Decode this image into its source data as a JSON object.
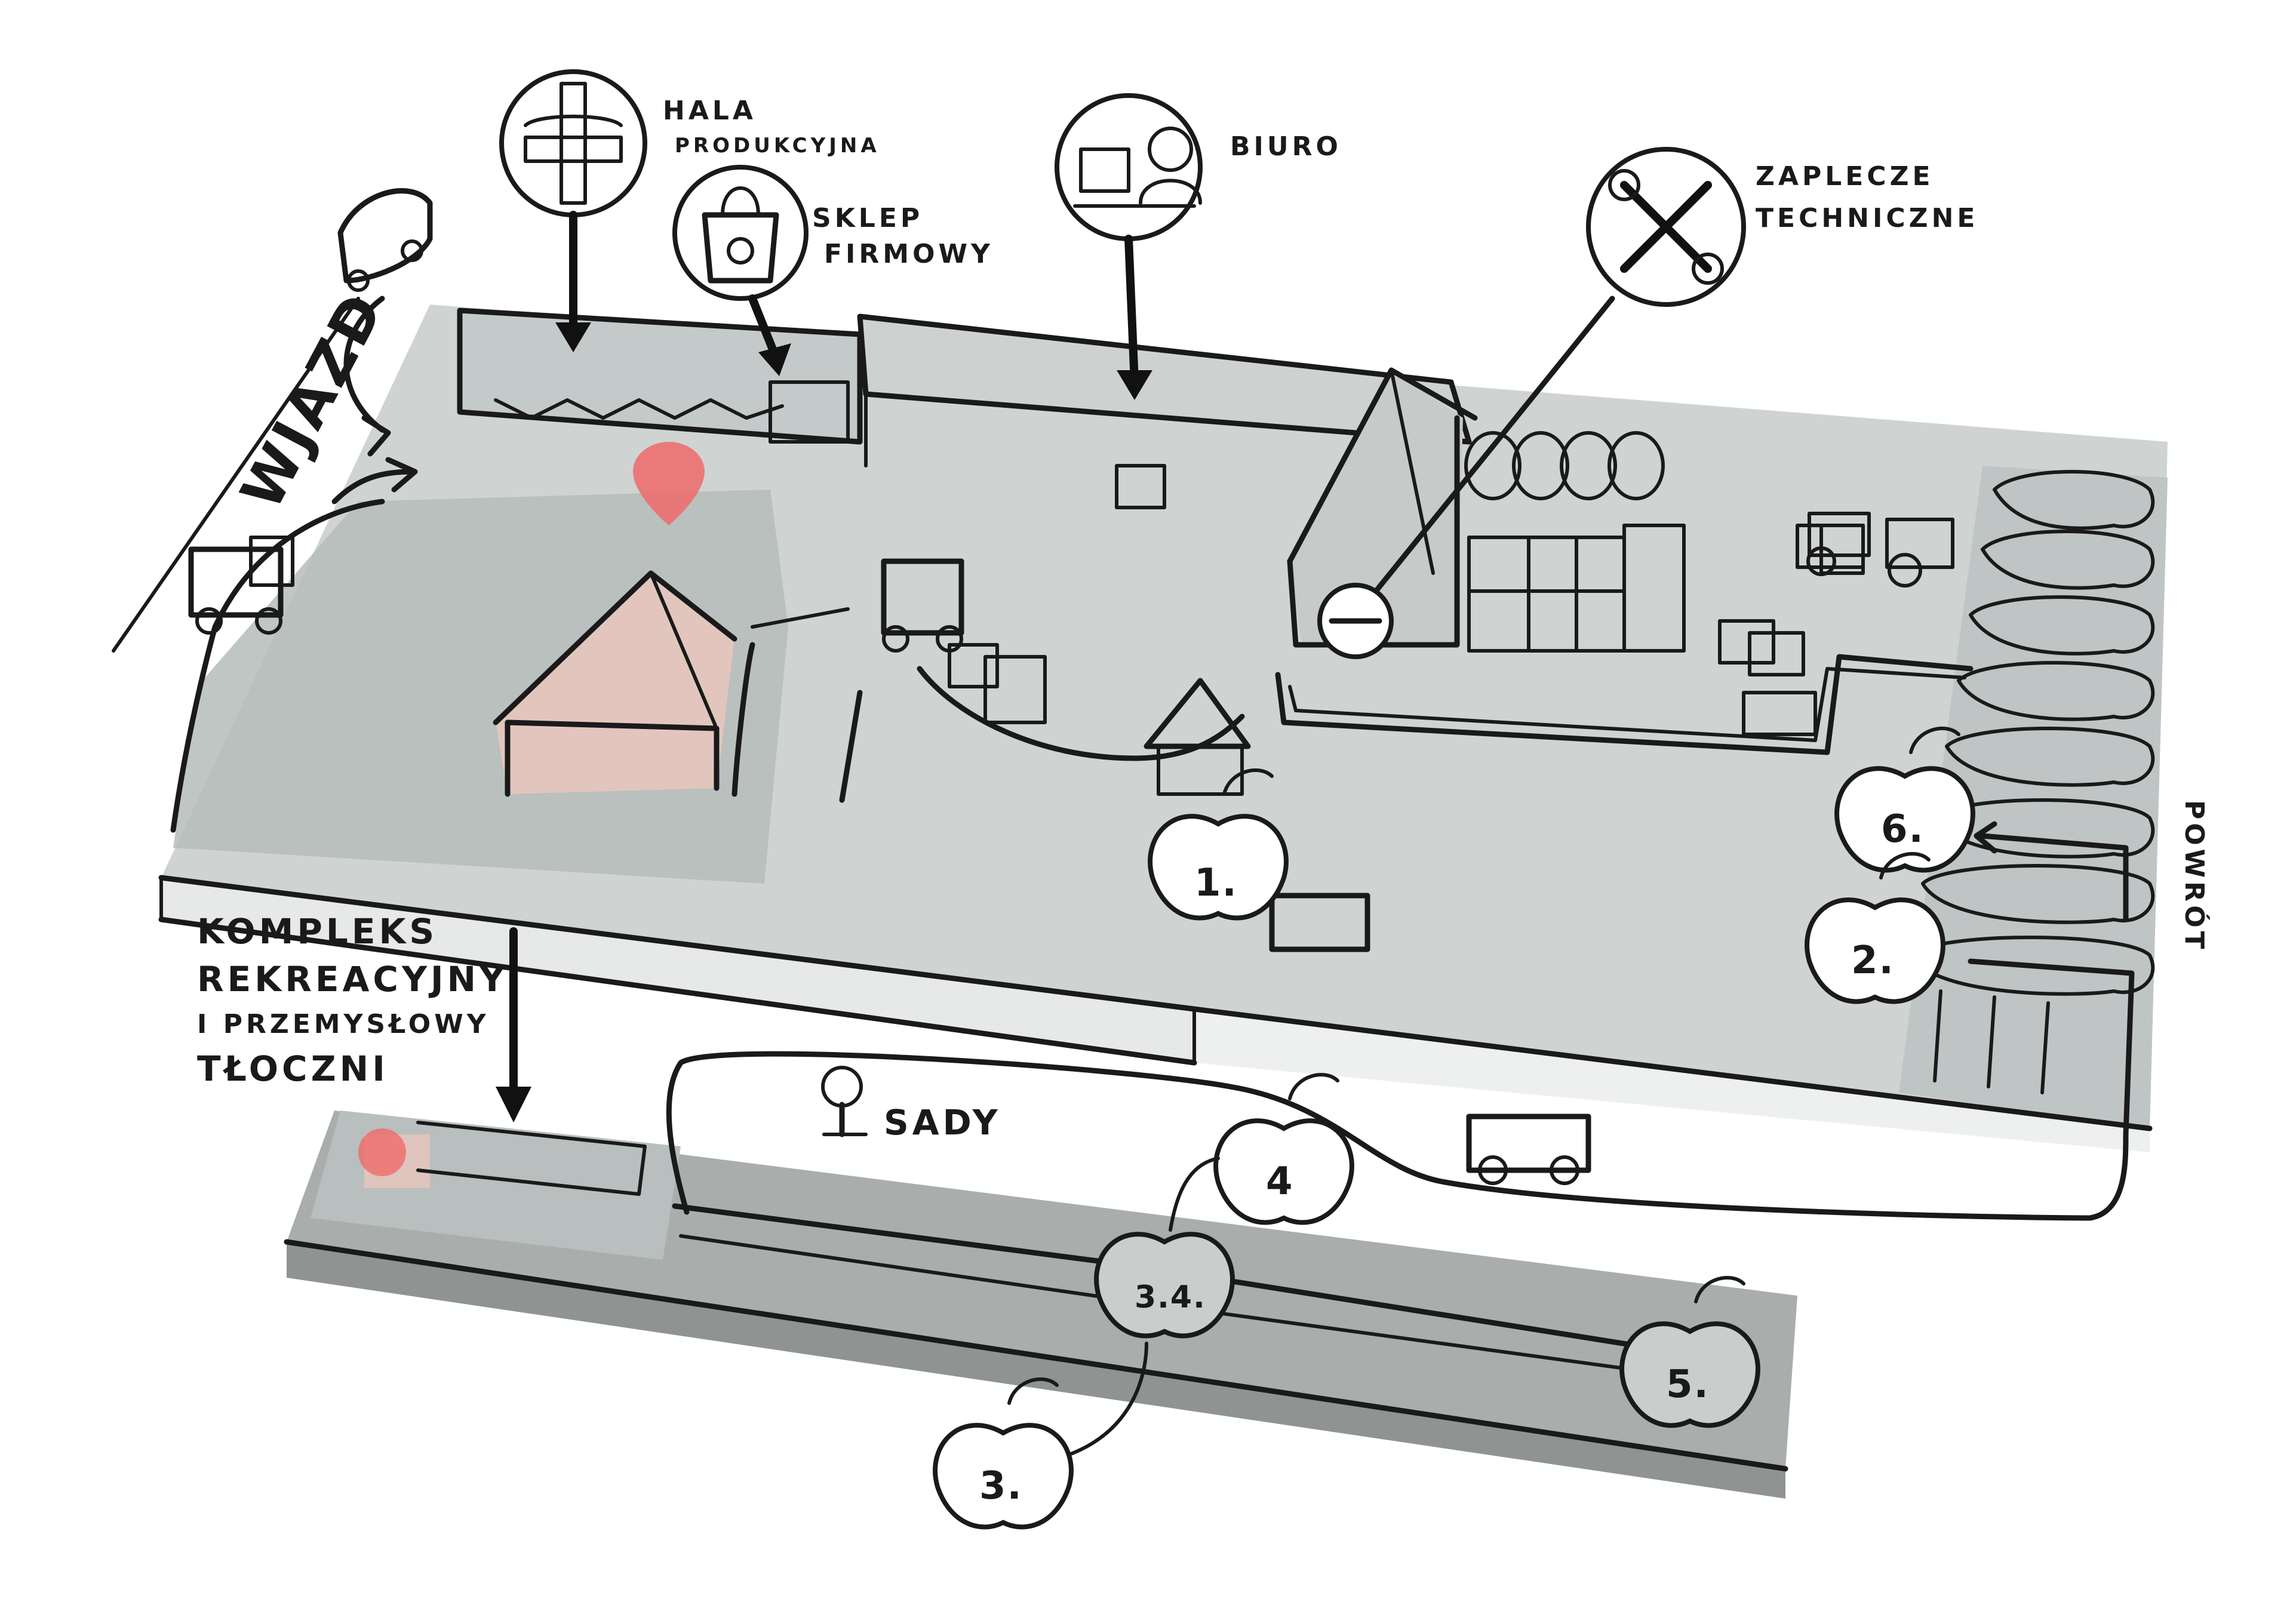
{
  "labels": {
    "hala": "HALA",
    "produkcyjna": "PRODUKCYJNA",
    "sklep": "SKLEP",
    "firmowy": "FIRMOWY",
    "biuro": "BIURO",
    "zaplecze": "ZAPLECZE",
    "techniczne": "TECHNICZNE",
    "wjazd": "WJAZD",
    "powrot": "POWRÓT",
    "sady": "SADY",
    "kompleks_line1": "KOMPLEKS",
    "kompleks_line2": "REKREACYJNY",
    "kompleks_line3": "I PRZEMYSŁOWY",
    "kompleks_line4": "TŁOCZNI"
  },
  "stops": [
    {
      "id": "1",
      "label": "1."
    },
    {
      "id": "2",
      "label": "2."
    },
    {
      "id": "3",
      "label": "3."
    },
    {
      "id": "4",
      "label": "4"
    },
    {
      "id": "5",
      "label": "5."
    },
    {
      "id": "6",
      "label": "6."
    },
    {
      "id": "34",
      "label": "3.4."
    }
  ],
  "colors": {
    "ground": "#cfd4d3",
    "ground_dark": "#b9bfbe",
    "strip": "#8f9493",
    "tent": "#e9c7bd",
    "pin": "#ef6a6a",
    "ink": "#1a1a1a"
  },
  "icons": {
    "hala": "press-machine-icon",
    "sklep": "shopping-bag-icon",
    "biuro": "office-worker-icon",
    "zaplecze": "wrench-screwdriver-icon",
    "sady": "tree-icon",
    "apple": "apple-icon",
    "pin": "location-pin-icon"
  }
}
